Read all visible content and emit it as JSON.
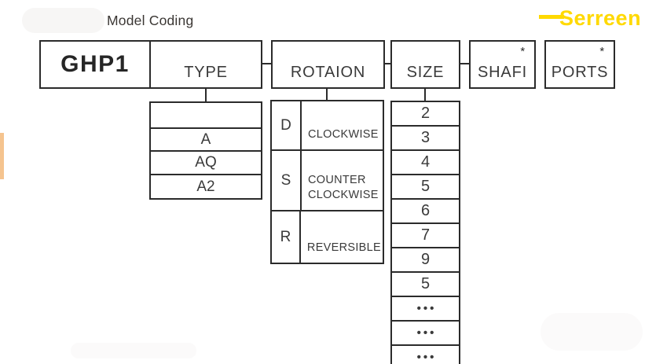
{
  "title": "Model Coding",
  "logo": {
    "text": "Serreen",
    "color": "#FFD900"
  },
  "model_box": {
    "label": "GHP1"
  },
  "header": {
    "type_label": "TYPE",
    "rotation_label": "ROTAION",
    "size_label": "SIZE",
    "shaft_label": "SHAFI",
    "ports_label": "PORTS",
    "asterisk": "*"
  },
  "type_options": [
    "",
    "A",
    "AQ",
    "A2"
  ],
  "rotation_options": [
    {
      "code": "D",
      "label": "CLOCKWISE"
    },
    {
      "code": "S",
      "label": "COUNTER CLOCKWISE"
    },
    {
      "code": "R",
      "label": "REVERSIBLE"
    }
  ],
  "size_options": [
    "2",
    "3",
    "4",
    "5",
    "6",
    "7",
    "9",
    "5",
    "•••",
    "•••",
    "•••"
  ],
  "accent_colors": {
    "logo_yellow": "#FFD900",
    "side_bar_orange": "#F5C48F"
  }
}
